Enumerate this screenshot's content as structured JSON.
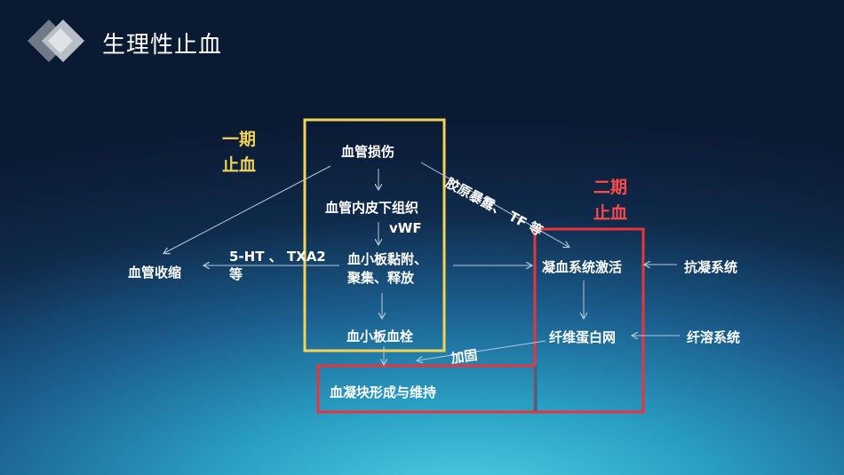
{
  "slide": {
    "title": "生理性止血",
    "stage_one": [
      "一期",
      "止血"
    ],
    "stage_two": [
      "二期",
      "止血"
    ]
  },
  "nodes": {
    "vascular_injury": "血管损伤",
    "subendothelium": "血管内皮下组织",
    "vwf": "vWF",
    "platelet_adhesion": [
      "血小板黏附、",
      "聚集、释放"
    ],
    "platelet_thrombus": "血小板血栓",
    "clot": "血凝块形成与维持",
    "vasoconstriction": "血管收缩",
    "mediators": [
      "5-HT 、 TXA2",
      "等"
    ],
    "coagulation_activation": "凝血系统激活",
    "fibrin_network": "纤维蛋白网",
    "anticoagulation": "抗凝系统",
    "fibrinolysis": "纤溶系统",
    "collagen_tf": "胶原暴露、 TF 等",
    "reinforce": "加固"
  },
  "colors": {
    "stage_one_box": "#f2d35a",
    "stage_two_box": "#e8343c",
    "arrow": "#b9c7d8"
  }
}
